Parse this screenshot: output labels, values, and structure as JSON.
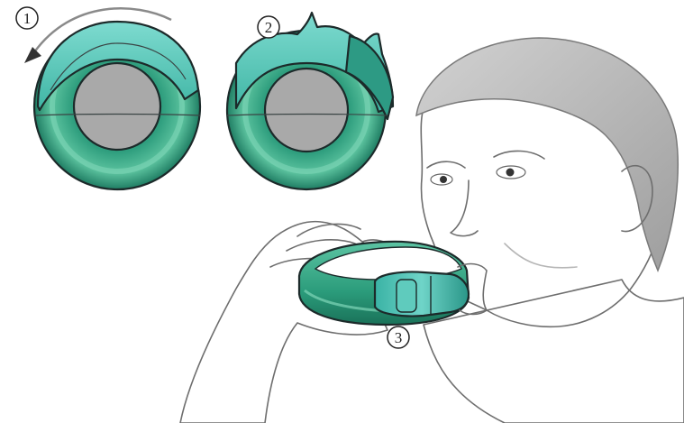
{
  "steps": [
    {
      "number": "1"
    },
    {
      "number": "2"
    },
    {
      "number": "3"
    }
  ],
  "colors": {
    "device_dark": "#1f8a6c",
    "device_mid": "#3fb08d",
    "device_light": "#6fd1c3",
    "cover_teal": "#4ec7b6",
    "core_gray": "#a9a9a9",
    "skin": "#f1f1f1",
    "hair": "#bdbdbd",
    "outline": "#1c2a2a"
  }
}
